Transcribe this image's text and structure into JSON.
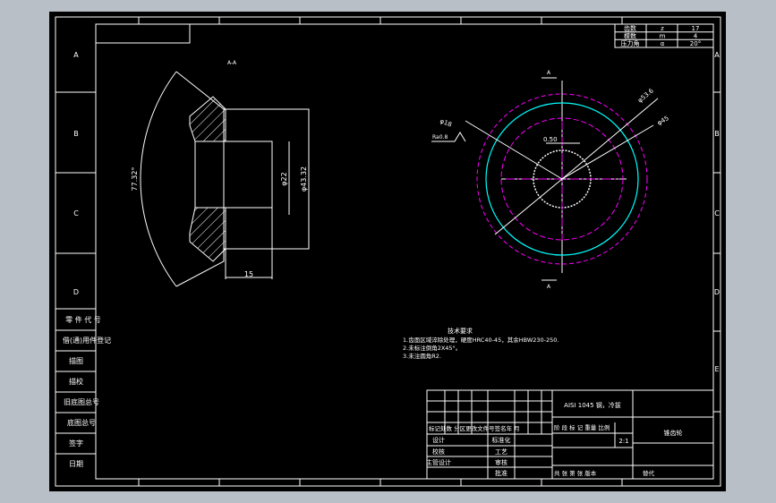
{
  "drawing": {
    "zone_letters_left": [
      "A",
      "B",
      "C",
      "D"
    ],
    "zone_letters_right": [
      "A",
      "B",
      "C",
      "D",
      "E"
    ],
    "left_panel": {
      "rows": [
        "零 件 代 号",
        "借(通)用件登记",
        "描图",
        "描校",
        "旧底图总号",
        "底图总号",
        "签字",
        "日期"
      ]
    },
    "param_table": {
      "rows": [
        {
          "name": "齿数",
          "symbol": "z",
          "value": "17"
        },
        {
          "name": "模数",
          "symbol": "m",
          "value": "4"
        },
        {
          "name": "压力角",
          "symbol": "α",
          "value": "20°"
        }
      ]
    },
    "section_view": {
      "title_mark": "A-A",
      "dim_angle": "77.32°",
      "dim_bore": "φ22",
      "dim_hub": "φ43.32",
      "dim_length": "15"
    },
    "front_view": {
      "dim_outer": "φ53.6",
      "dim_od": "φ45",
      "dim_inner": "φ18",
      "roughness": "Ra0.8",
      "tolerance": "0.50",
      "section_marker": "A"
    },
    "tech_req": {
      "title": "技术要求",
      "lines": [
        "1.齿面区域淬除处理，硬度HRC40-45，其余HBW230-250.",
        "2.未标注倒角2X45°。",
        "3.未注圆角R2."
      ]
    },
    "title_block": {
      "material": "AISI 1045 钢，冷拔",
      "part_name": "锥齿轮",
      "header_cells": "标记处数  分区更改文件号签名年 月",
      "labels": [
        "设计",
        "标准化",
        "校核",
        "工艺",
        "主管设计",
        "审核",
        "批准"
      ],
      "stage_row": "阶 段 标 记 重量 比例",
      "scale": "2:1",
      "footer": "共    张 第    张 版本",
      "replace": "替代"
    },
    "colors": {
      "background": "#000000",
      "line": "#ffffff",
      "magenta": "#ff00ff",
      "cyan": "#00ffff",
      "frame": "#b8bfc6"
    }
  }
}
